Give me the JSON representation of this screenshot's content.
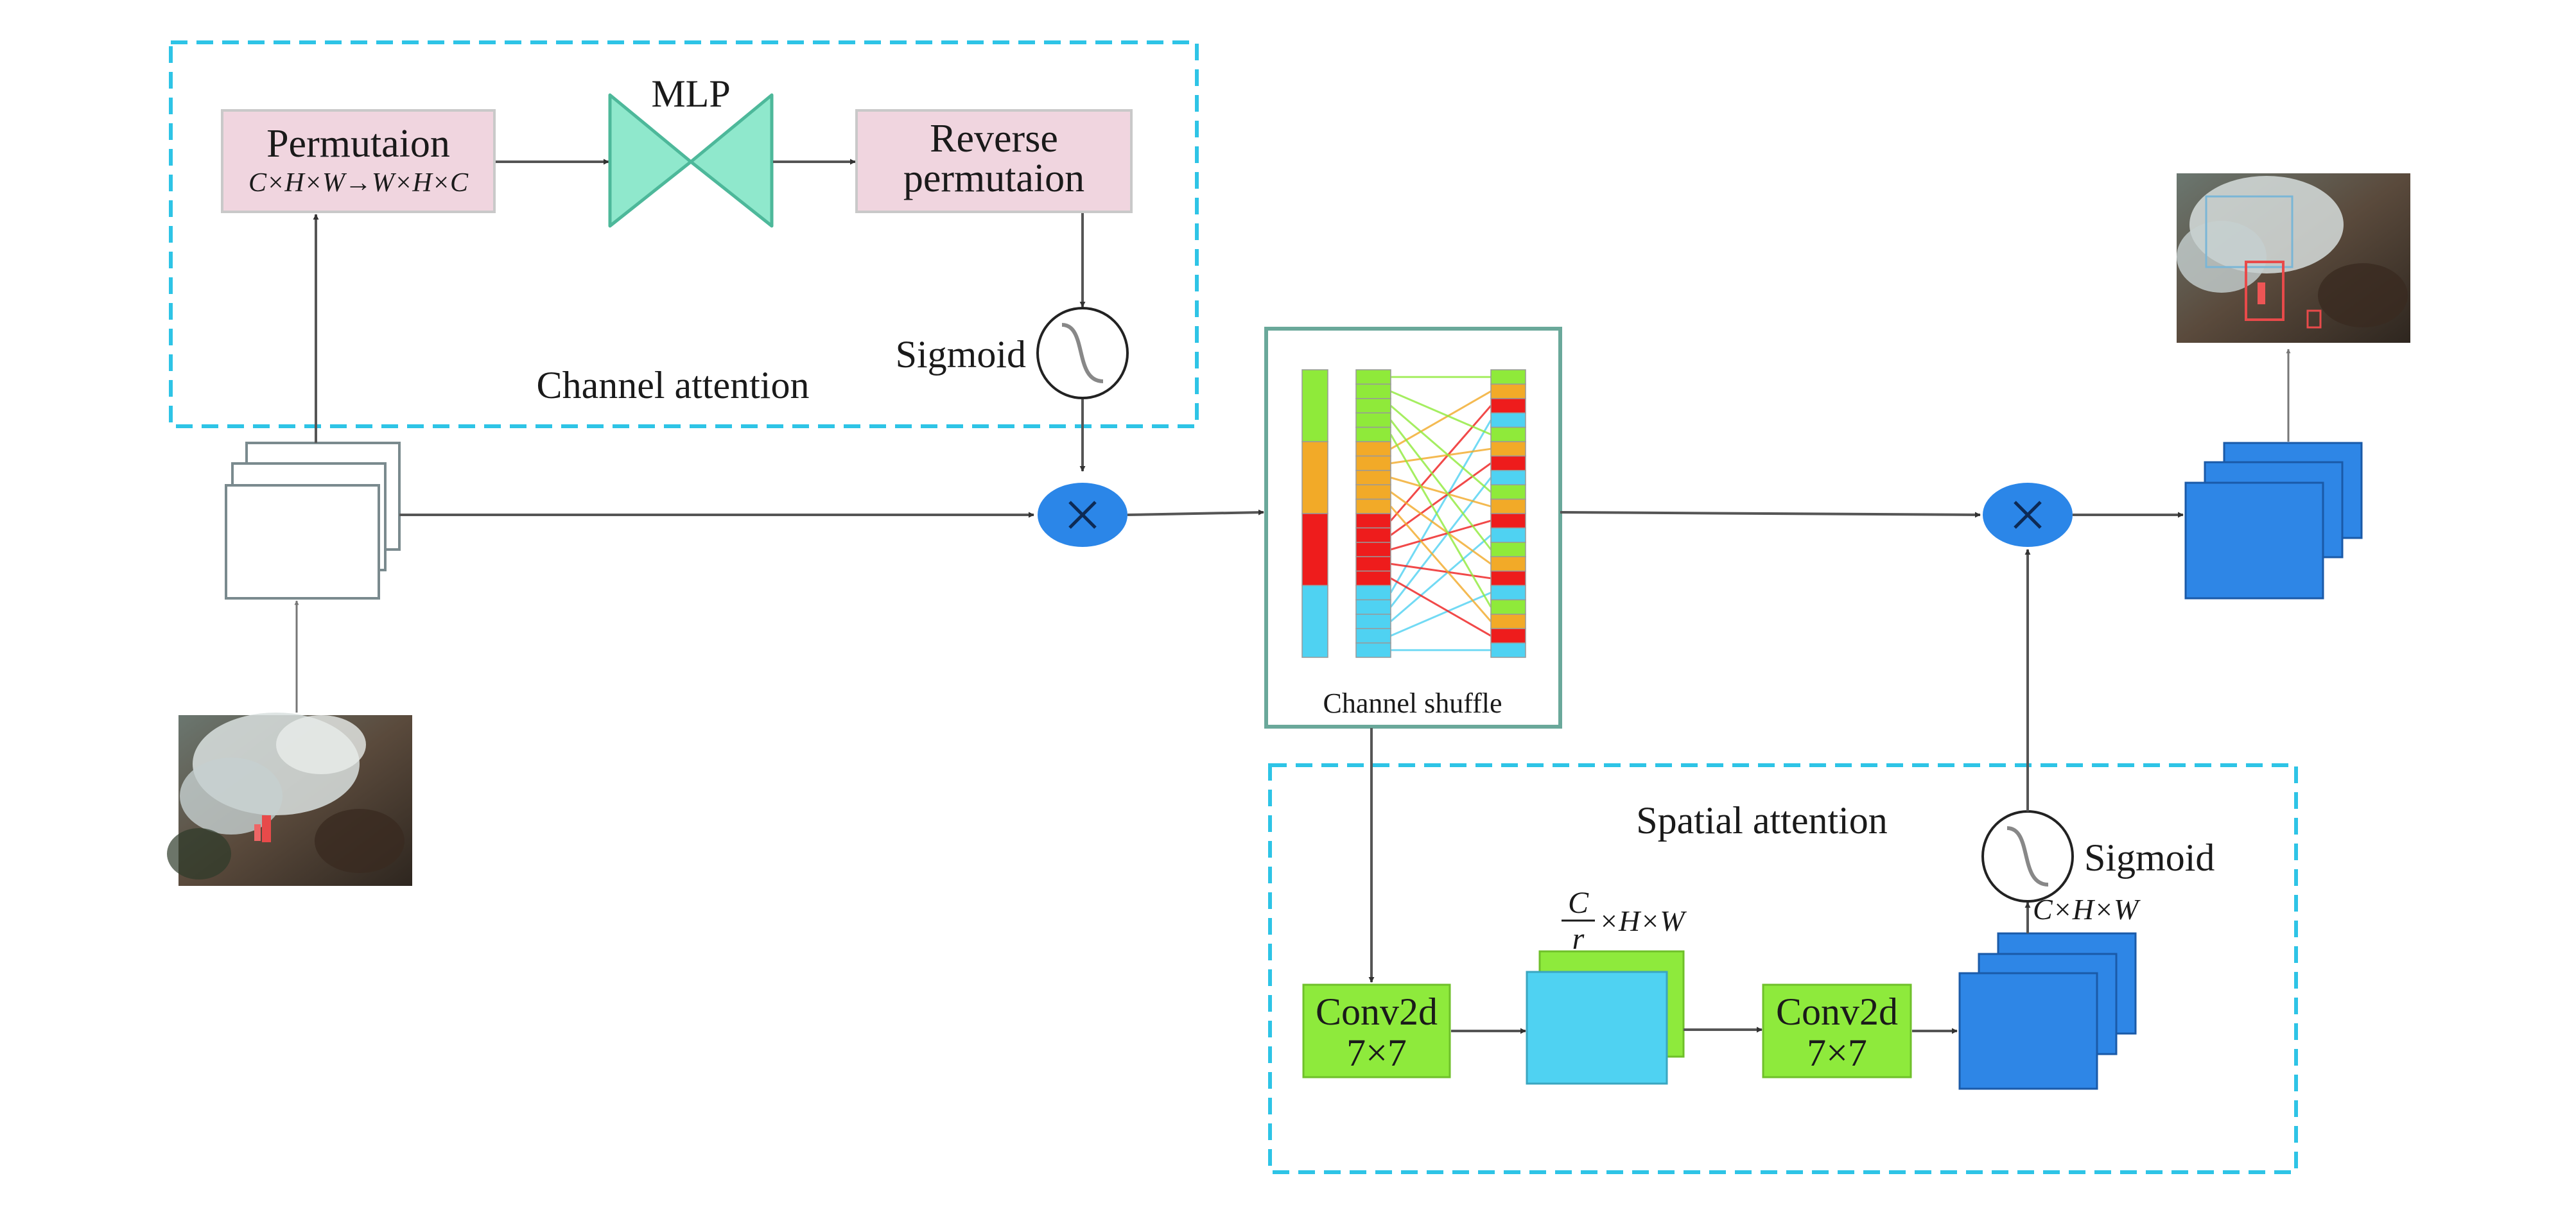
{
  "channel_attention": {
    "label": "Channel attention",
    "permutation_title": "Permutaion",
    "permutation_formula": "C×H×W→W×H×C",
    "mlp_label": "MLP",
    "reverse_line1": "Reverse",
    "reverse_line2": "permutaion",
    "sigmoid_label": "Sigmoid"
  },
  "shuffle": {
    "label": "Channel shuffle"
  },
  "spatial_attention": {
    "label": "Spatial attention",
    "sigmoid_label": "Sigmoid",
    "conv1_line1": "Conv2d",
    "conv1_line2": "7×7",
    "conv2_line1": "Conv2d",
    "conv2_line2": "7×7",
    "reduced_numerator": "C",
    "reduced_denominator": "r",
    "reduced_rest": "×H×W",
    "output_dims": "C×H×W"
  },
  "colors": {
    "dashed_border": "#2ec4e6",
    "pink_box": "#f0d5df",
    "mlp_teal": "#8fe8cc",
    "mlp_stroke": "#4db89a",
    "multiply_blue": "#2b86e8",
    "feature_blue": "#2e86e6",
    "conv_green": "#8eea3c",
    "light_blue": "#4fd2f2",
    "shuffle_green": "#8fea3a",
    "shuffle_orange": "#f2aa28",
    "shuffle_red": "#ee1c1c",
    "shuffle_cyan": "#4fd2f2"
  }
}
